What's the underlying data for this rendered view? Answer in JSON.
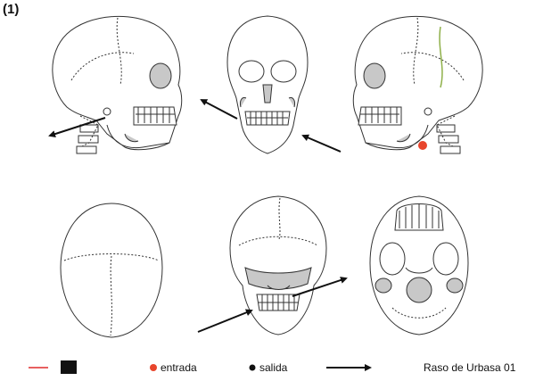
{
  "figure_label": "(1)",
  "legend": {
    "entrada": "entrada",
    "salida": "salida",
    "source": "Raso de Urbasa 01"
  },
  "colors": {
    "outline": "#333333",
    "shade": "#c8c8c8",
    "entry_dot": "#e8452c",
    "exit_dot": "#111111",
    "fracture_line_green": "#8fb04a",
    "legend_red_line": "#e02b2b"
  }
}
